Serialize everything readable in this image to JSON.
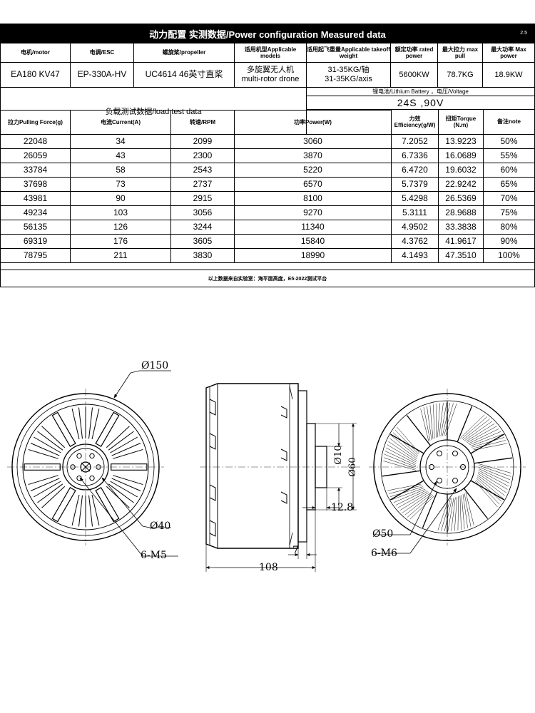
{
  "header": {
    "title": "动力配置 实测数据/Power configuration Measured data",
    "code": "2.5"
  },
  "spec": {
    "headers": [
      "电机/motor",
      "电调/ESC",
      "螺旋桨/propeller",
      "适用机型Applicable models",
      "适用起飞重量Applicable takeoff weight",
      "额定功率 rated power",
      "最大拉力 max pull",
      "最大功率 Max power"
    ],
    "motor": "EA180 KV47",
    "esc": "EP-330A-HV",
    "propeller": "UC4614  46英寸直桨",
    "models_cn": "多旋翼无人机",
    "models_en": "multi-rotor drone",
    "weight_cn": "31-35KG/轴",
    "weight_en": "31-35KG/axis",
    "rated_power": "5600KW",
    "max_pull": "78.7KG",
    "max_power": "18.9KW"
  },
  "load": {
    "title": "负载测试数据/load test data",
    "battery_label": "锂电池/Lithium Battery ，电压/Voltage",
    "battery_value": "24S  ,90V",
    "columns": [
      "拉力Pulling Force(g)",
      "电流Current(A)",
      "转速/RPM",
      "功率Power(W)",
      "力效 Efficiency(g/W)",
      "扭矩Torque (N.m)",
      "备注note"
    ],
    "rows": [
      [
        "22048",
        "34",
        "2099",
        "3060",
        "7.2052",
        "13.9223",
        "50%"
      ],
      [
        "26059",
        "43",
        "2300",
        "3870",
        "6.7336",
        "16.0689",
        "55%"
      ],
      [
        "33784",
        "58",
        "2543",
        "5220",
        "6.4720",
        "19.6032",
        "60%"
      ],
      [
        "37698",
        "73",
        "2737",
        "6570",
        "5.7379",
        "22.9242",
        "65%"
      ],
      [
        "43981",
        "90",
        "2915",
        "8100",
        "5.4298",
        "26.5369",
        "70%"
      ],
      [
        "49234",
        "103",
        "3056",
        "9270",
        "5.3111",
        "28.9688",
        "75%"
      ],
      [
        "56135",
        "126",
        "3244",
        "11340",
        "4.9502",
        "33.3838",
        "80%"
      ],
      [
        "69319",
        "176",
        "3605",
        "15840",
        "4.3762",
        "41.9617",
        "90%"
      ],
      [
        "78795",
        "211",
        "3830",
        "18990",
        "4.1493",
        "47.3510",
        "100%"
      ]
    ]
  },
  "footer": "以上数据来自实验室：海平面高度，E5-2022测试平台",
  "drawing": {
    "front_dia": "Ø150",
    "front_bolt_dia": "Ø40",
    "front_thread": "6-M5",
    "shaft_dia": "Ø10",
    "flange_dia": "Ø60",
    "shaft_len": "12.8",
    "flange_thk": "7",
    "total_len": "108",
    "rear_bolt_dia": "Ø50",
    "rear_thread": "6-M6"
  }
}
